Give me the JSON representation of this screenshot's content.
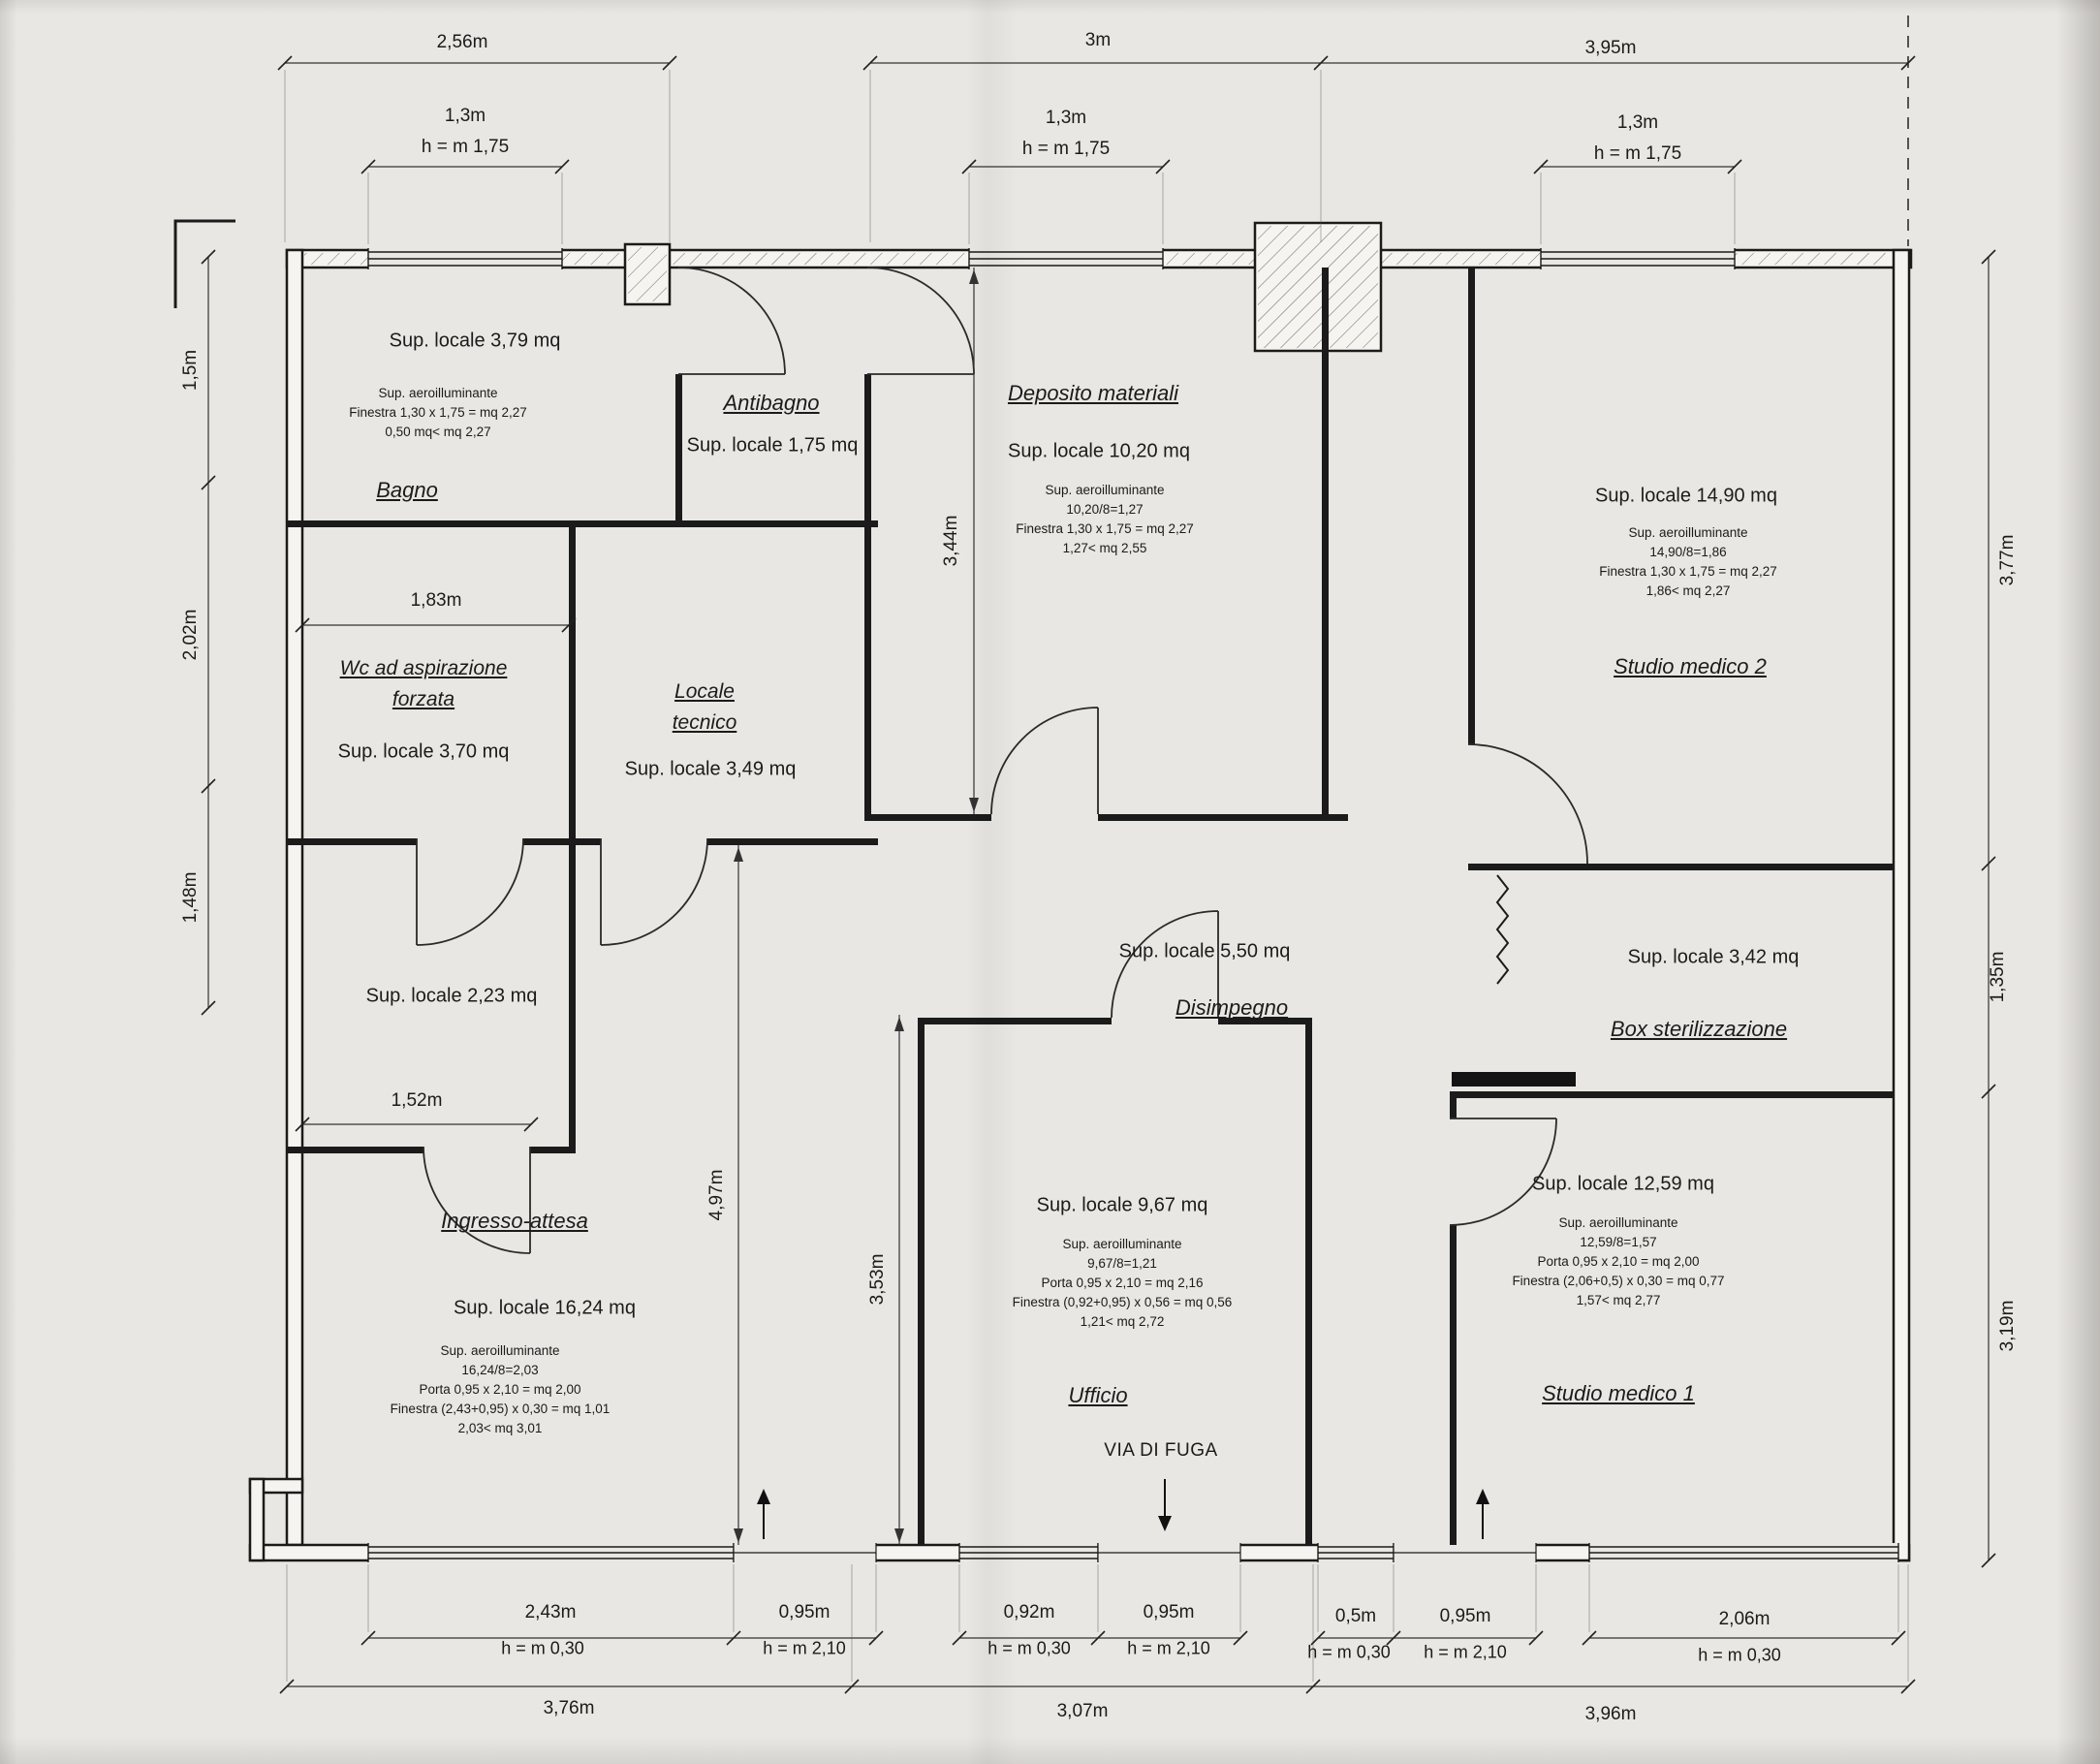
{
  "colors": {
    "paper": "#e9e7e3",
    "ink": "#1b1b1b",
    "dim_ink": "#333333"
  },
  "dims": {
    "top": [
      "2,56m",
      "3m",
      "3,95m"
    ],
    "windows_top": [
      {
        "w": "1,3m",
        "h": "h = m 1,75"
      },
      {
        "w": "1,3m",
        "h": "h = m 1,75"
      },
      {
        "w": "1,3m",
        "h": "h = m 1,75"
      }
    ],
    "left": [
      "1,5m",
      "2,02m",
      "1,48m"
    ],
    "right": [
      "3,77m",
      "1,35m",
      "3,19m"
    ],
    "inner": {
      "deposito_h": "3,44m",
      "ingresso_h": "4,97m",
      "ufficio_h": "3,53m",
      "wc_w": "1,83m",
      "vestibolo_w": "1,52m"
    },
    "bottom_openings": [
      {
        "w": "2,43m",
        "h": "h = m 0,30"
      },
      {
        "w": "0,95m",
        "h": "h = m 2,10"
      },
      {
        "w": "0,92m",
        "h": "h = m 0,30"
      },
      {
        "w": "0,95m",
        "h": "h = m 2,10"
      },
      {
        "w": "0,5m",
        "h": "h = m 0,30"
      },
      {
        "w": "0,95m",
        "h": "h = m 2,10"
      },
      {
        "w": "2,06m",
        "h": "h = m 0,30"
      }
    ],
    "bottom_totals": [
      "3,76m",
      "3,07m",
      "3,96m"
    ]
  },
  "rooms": {
    "bagno": {
      "name": "Bagno",
      "area": "Sup. locale 3,79 mq",
      "notes": [
        "Sup. aeroilluminante",
        "Finestra 1,30 x 1,75 = mq 2,27",
        "0,50 mq< mq 2,27"
      ]
    },
    "antibagno": {
      "name": "Antibagno",
      "area": "Sup. locale 1,75 mq"
    },
    "deposito": {
      "name": "Deposito  materiali",
      "area": "Sup. locale 10,20 mq",
      "notes": [
        "Sup. aeroilluminante",
        "10,20/8=1,27",
        "Finestra 1,30 x 1,75 = mq 2,27",
        "1,27< mq 2,55"
      ]
    },
    "studio2": {
      "name": "Studio medico 2",
      "area": "Sup. locale 14,90 mq",
      "notes": [
        "Sup. aeroilluminante",
        "14,90/8=1,86",
        "Finestra 1,30 x 1,75 = mq 2,27",
        "1,86< mq 2,27"
      ]
    },
    "wc": {
      "name_line1": "Wc ad aspirazione",
      "name_line2": "forzata",
      "area": "Sup. locale 3,70 mq"
    },
    "locale_tecnico": {
      "name_line1": "Locale",
      "name_line2": "tecnico",
      "area": "Sup. locale 3,49 mq"
    },
    "vestibolo": {
      "area": "Sup. locale 2,23 mq"
    },
    "disimpegno": {
      "name": "Disimpegno",
      "area": "Sup. locale 5,50 mq"
    },
    "box": {
      "name": "Box sterilizzazione",
      "area": "Sup. locale 3,42 mq"
    },
    "ingresso": {
      "name": "Ingresso-attesa",
      "area": "Sup. locale 16,24 mq",
      "notes": [
        "Sup. aeroilluminante",
        "16,24/8=2,03",
        "Porta 0,95 x 2,10 = mq 2,00",
        "Finestra (2,43+0,95) x 0,30 = mq 1,01",
        "2,03< mq 3,01"
      ]
    },
    "ufficio": {
      "name": "Ufficio",
      "area": "Sup. locale 9,67 mq",
      "notes": [
        "Sup. aeroilluminante",
        "9,67/8=1,21",
        "Porta 0,95 x 2,10 = mq 2,16",
        "Finestra (0,92+0,95) x 0,56 = mq 0,56",
        "1,21< mq 2,72"
      ]
    },
    "studio1": {
      "name": "Studio medico 1",
      "area": "Sup. locale 12,59 mq",
      "notes": [
        "Sup. aeroilluminante",
        "12,59/8=1,57",
        "Porta 0,95 x 2,10 = mq 2,00",
        "Finestra (2,06+0,5) x 0,30 = mq 0,77",
        "1,57< mq 2,77"
      ]
    },
    "escape": {
      "label": "VIA DI FUGA"
    }
  }
}
